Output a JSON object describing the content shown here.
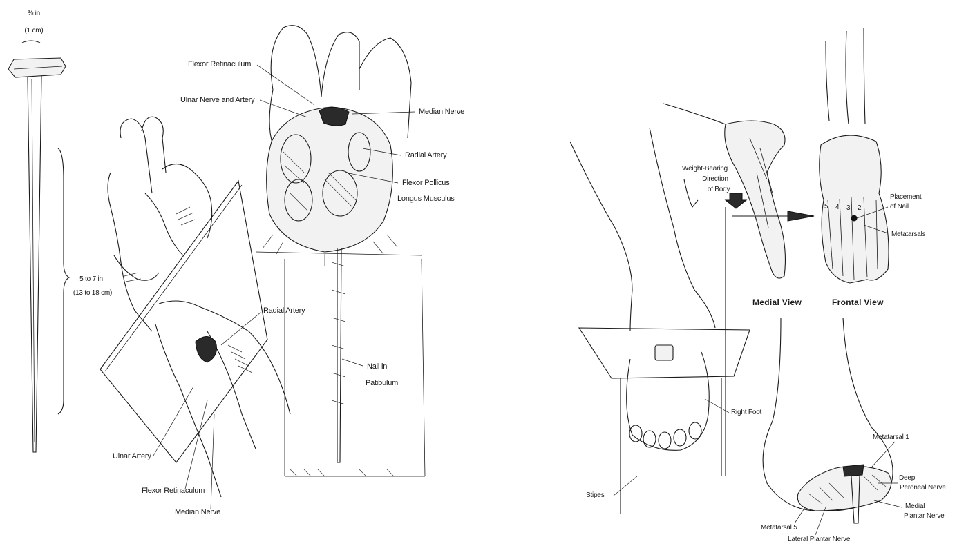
{
  "nail": {
    "head_width": "⅜ in",
    "head_width_metric": "(1 cm)",
    "length": "5 to 7 in",
    "length_metric": "(13 to 18 cm)"
  },
  "wrist": {
    "flexor_retinaculum_top": "Flexor Retinaculum",
    "ulnar_nerve_artery": "Ulnar Nerve and Artery",
    "median_nerve_top": "Median Nerve",
    "radial_artery_top": "Radial Artery",
    "flexor_pollicus_1": "Flexor Pollicus",
    "flexor_pollicus_2": "Longus Musculus",
    "radial_artery_side": "Radial Artery",
    "nail_in_patibulum_1": "Nail in",
    "nail_in_patibulum_2": "Patibulum",
    "ulnar_artery": "Ulnar Artery",
    "flexor_retinaculum_bottom": "Flexor Retinaculum",
    "median_nerve_bottom": "Median Nerve"
  },
  "foot": {
    "weight_bearing_1": "Weight-Bearing",
    "weight_bearing_2": "Direction",
    "weight_bearing_3": "of Body",
    "placement_1": "Placement",
    "placement_2": "of Nail",
    "metatarsals": "Metatarsals",
    "toe_numbers": [
      "5",
      "4",
      "3",
      "2"
    ],
    "medial_view": "Medial View",
    "frontal_view": "Frontal View",
    "right_foot": "Right Foot",
    "stipes": "Stipes",
    "metatarsal_1": "Metatarsal 1",
    "deep_peroneal_1": "Deep",
    "deep_peroneal_2": "Peroneal Nerve",
    "medial_plantar_1": "Medial",
    "medial_plantar_2": "Plantar Nerve",
    "metatarsal_5": "Metatarsal 5",
    "lateral_plantar": "Lateral Plantar Nerve"
  }
}
